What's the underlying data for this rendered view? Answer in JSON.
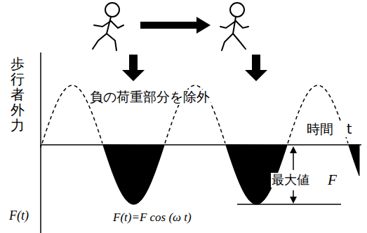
{
  "diagram": {
    "labels": [
      "歩行者外力",
      "時間　t",
      "負の荷重部分を除外",
      "最大値",
      "F",
      "F(t)",
      "F(t)=F cos (ω t)"
    ]
  }
}
